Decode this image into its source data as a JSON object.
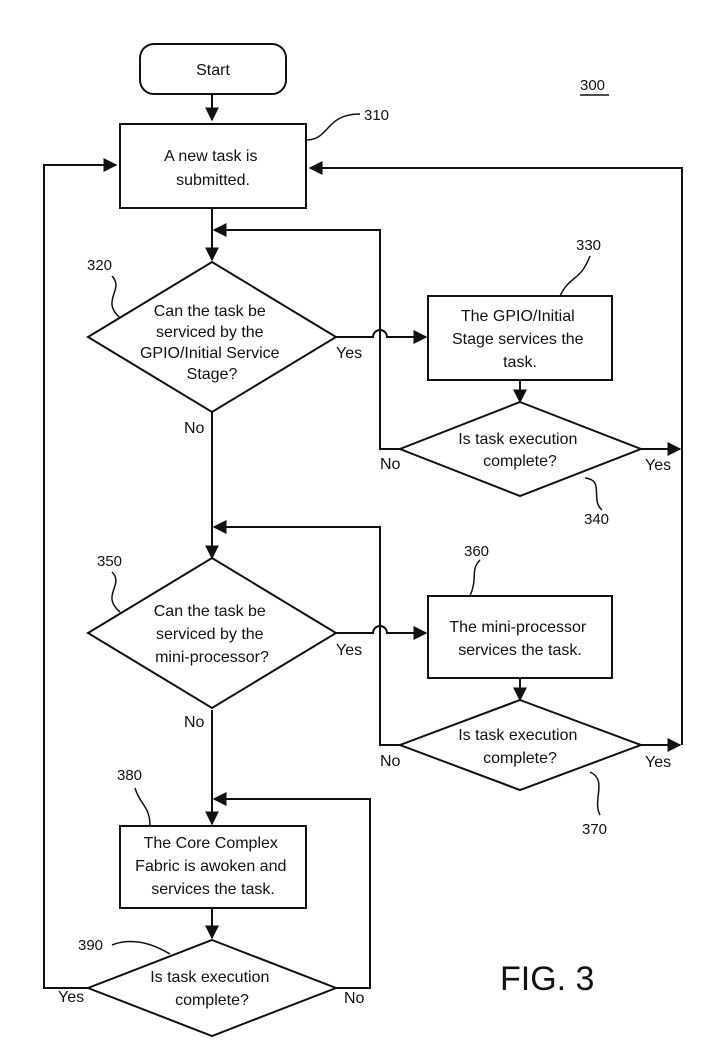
{
  "figure": {
    "label": "FIG. 3",
    "number": "300"
  },
  "nodes": {
    "start": {
      "text": "Start"
    },
    "n310": {
      "ref": "310",
      "lines": [
        "A new task is",
        "submitted."
      ]
    },
    "n320": {
      "ref": "320",
      "lines": [
        "Can the task be",
        "serviced by the",
        "GPIO/Initial Service",
        "Stage?"
      ]
    },
    "n330": {
      "ref": "330",
      "lines": [
        "The GPIO/Initial",
        "Stage services the",
        "task."
      ]
    },
    "n340": {
      "ref": "340",
      "lines": [
        "Is task execution",
        "complete?"
      ]
    },
    "n350": {
      "ref": "350",
      "lines": [
        "Can the task be",
        "serviced by the",
        "mini-processor?"
      ]
    },
    "n360": {
      "ref": "360",
      "lines": [
        "The mini-processor",
        "services the task."
      ]
    },
    "n370": {
      "ref": "370",
      "lines": [
        "Is task execution",
        "complete?"
      ]
    },
    "n380": {
      "ref": "380",
      "lines": [
        "The Core Complex",
        "Fabric is awoken and",
        "services the task."
      ]
    },
    "n390": {
      "ref": "390",
      "lines": [
        "Is task execution",
        "complete?"
      ]
    }
  },
  "edge_labels": {
    "e320_yes": "Yes",
    "e320_no": "No",
    "e340_no": "No",
    "e340_yes": "Yes",
    "e350_yes": "Yes",
    "e350_no": "No",
    "e370_no": "No",
    "e370_yes": "Yes",
    "e390_yes": "Yes",
    "e390_no": "No"
  }
}
